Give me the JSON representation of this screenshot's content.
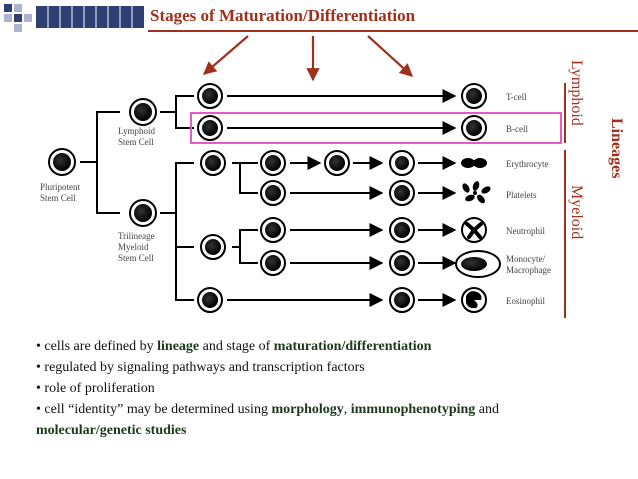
{
  "title": "Stages of Maturation/Differentiation",
  "colors": {
    "accent": "#a0301e",
    "highlight_box": "#e85bc6",
    "deco_dark": "#2e3f73",
    "deco_light": "#aab3cf"
  },
  "lineages": {
    "heading": "Lineages",
    "lymphoid": "Lymphoid",
    "myeloid": "Myeloid"
  },
  "stem_cells": {
    "pluripotent": [
      "Pluripotent",
      "Stem Cell"
    ],
    "lymphoid": [
      "Lymphoid",
      "Stem Cell"
    ],
    "trilineage": [
      "Trilineage",
      "Myeloid",
      "Stem Cell"
    ]
  },
  "cell_types": [
    "T-cell",
    "B-cell",
    "Erythrocyte",
    "Platelets",
    "Neutrophil",
    "Monocyte/",
    "Macrophage",
    "Eosinophil"
  ],
  "bullets": [
    {
      "text": "cells are defined by ",
      "h1": "lineage",
      "mid": " and stage of ",
      "h2": "maturation/differentiation"
    },
    {
      "text": "regulated by signaling pathways and transcription factors"
    },
    {
      "text": "role of proliferation"
    },
    {
      "text": "cell “identity” may be determined using ",
      "h1": "morphology",
      "sep": ", ",
      "h2": "immunophenotyping",
      "tail": " and"
    },
    {
      "h3": "molecular/genetic studies"
    }
  ]
}
